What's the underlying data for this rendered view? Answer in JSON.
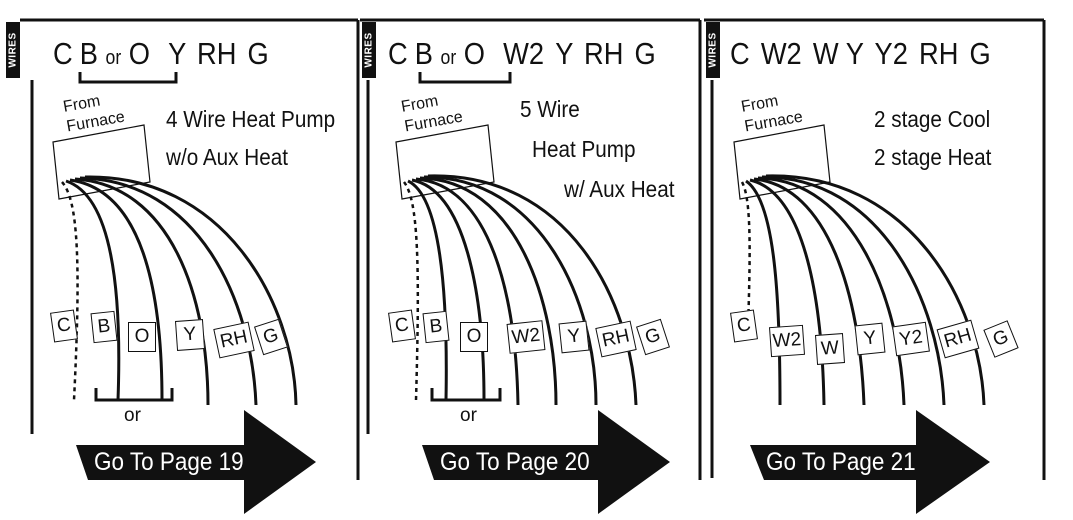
{
  "panels": [
    {
      "header": [
        "C",
        "B",
        "or",
        "O",
        "Y",
        "RH",
        "G"
      ],
      "side_tab": "WIRES",
      "from_line1": "From",
      "from_line2": "Furnace",
      "desc_lines": [
        "4 Wire Heat Pump",
        "w/o Aux Heat"
      ],
      "terminals": [
        "C",
        "B",
        "O",
        "Y",
        "RH",
        "G"
      ],
      "or_label": "or",
      "button": "Go To Page 19"
    },
    {
      "header": [
        "C",
        "B",
        "or",
        "O",
        "W2",
        "Y",
        "RH",
        "G"
      ],
      "side_tab": "WIRES",
      "from_line1": "From",
      "from_line2": "Furnace",
      "desc_lines": [
        "5 Wire",
        "Heat Pump",
        "w/ Aux Heat"
      ],
      "terminals": [
        "C",
        "B",
        "O",
        "W2",
        "Y",
        "RH",
        "G"
      ],
      "or_label": "or",
      "button": "Go To Page 20"
    },
    {
      "header": [
        "C",
        "W2",
        "W",
        "Y",
        "Y2",
        "RH",
        "G"
      ],
      "side_tab": "WIRES",
      "from_line1": "From",
      "from_line2": "Furnace",
      "desc_lines": [
        "2 stage Cool",
        "2 stage Heat"
      ],
      "terminals": [
        "C",
        "W2",
        "W",
        "Y",
        "Y2",
        "RH",
        "G"
      ],
      "button": "Go To Page 21"
    }
  ]
}
